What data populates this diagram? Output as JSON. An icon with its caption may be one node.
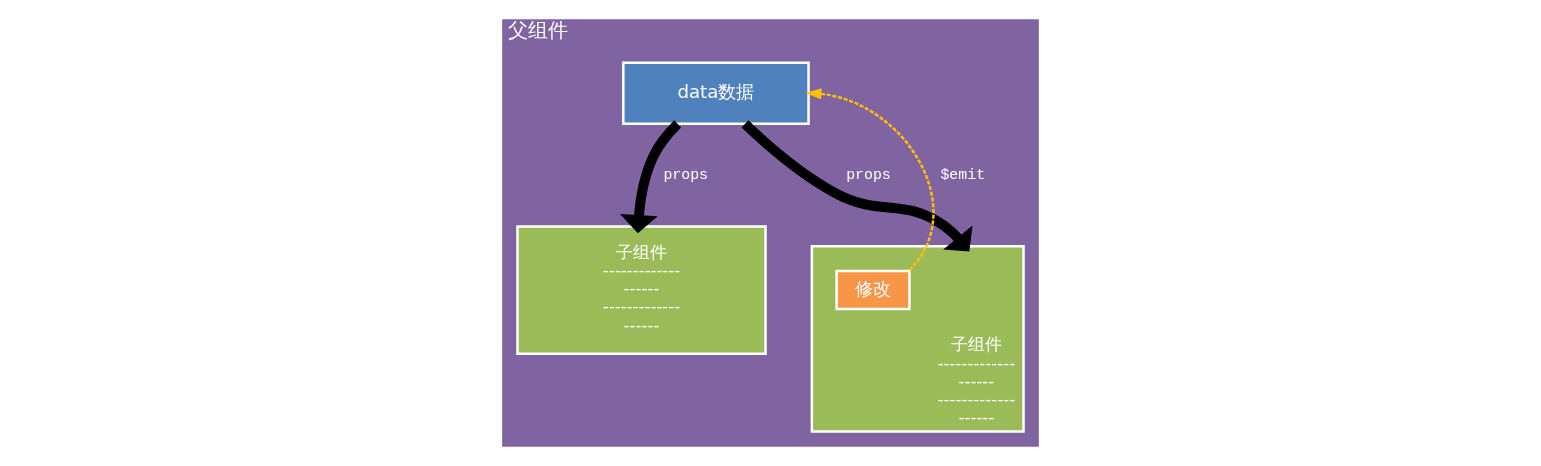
{
  "diagram": {
    "nodes": [
      {
        "text": [
          "父组件"
        ]
      },
      {
        "text": [
          "data数据"
        ],
        "in": 0
      },
      {
        "text": [
          "子组件",
          "-------------",
          "------",
          "-------------",
          "------"
        ],
        "in": 0
      },
      {
        "text": [
          "子组件",
          "-------------",
          "------",
          "-------------",
          "------"
        ],
        "in": 0
      },
      {
        "text": [
          "修改"
        ],
        "in": 3
      }
    ],
    "edges": [
      {
        "from": 1,
        "to": 2,
        "arrow": "to",
        "label": "props"
      },
      {
        "from": 1,
        "to": 3,
        "arrow": "to",
        "label": "props"
      },
      {
        "from": 4,
        "to": 1,
        "arrow": "to",
        "label": "$emit",
        "style": "dashed",
        "color": "#ffc000"
      }
    ]
  }
}
